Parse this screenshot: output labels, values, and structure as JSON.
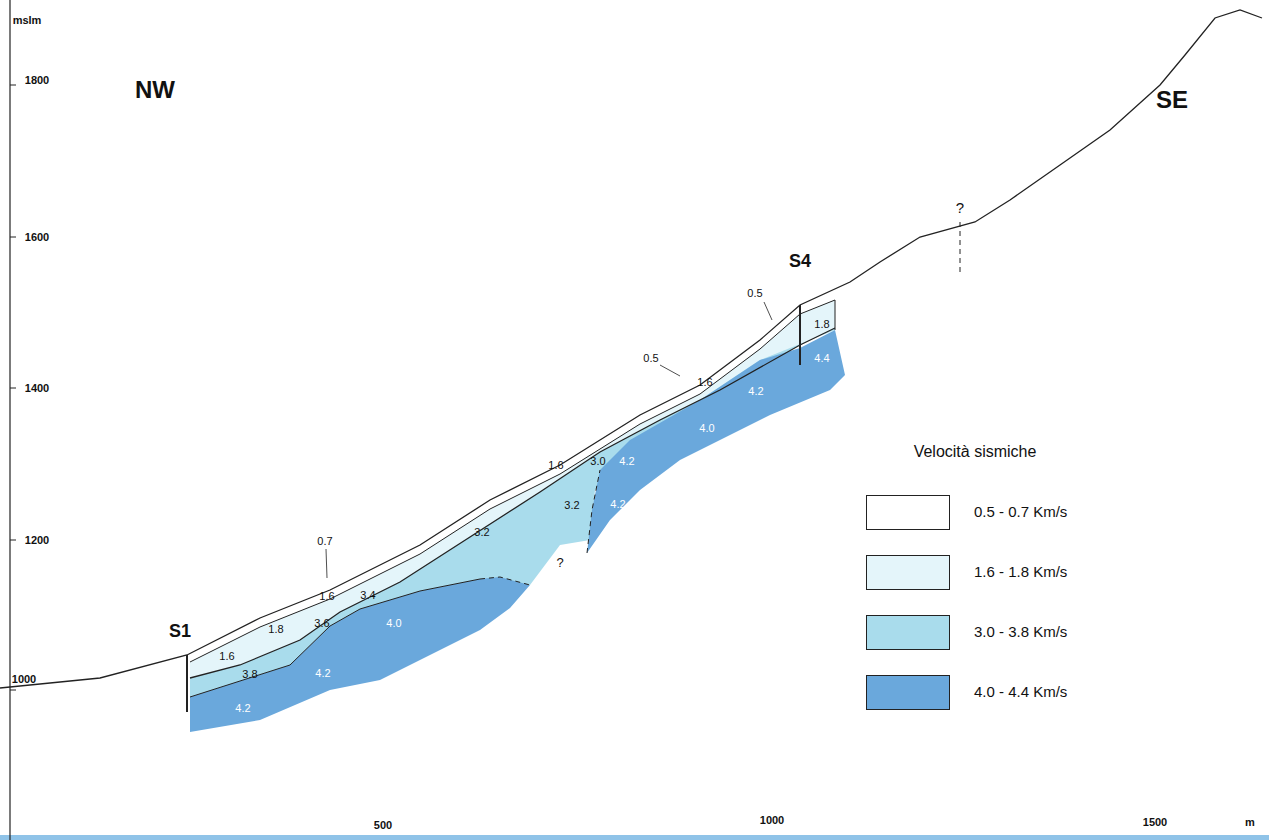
{
  "diagram": {
    "labels": [
      "mslm",
      "1800",
      "1600",
      "1400",
      "1200",
      "1000",
      "500",
      "1000",
      "1500",
      "m",
      "NW",
      "SE",
      "S1",
      "S4",
      "?",
      "?",
      "Velocità sismiche",
      "0.5",
      "0.5",
      "0.7",
      "1.8",
      "1.6",
      "1.6",
      "1.6",
      "1.8",
      "1.6",
      "3.8",
      "3.6",
      "3.4",
      "3.2",
      "3.2",
      "3.0",
      "4.2",
      "4.4",
      "4.0",
      "4.2",
      "4.2",
      "4.0",
      "4.2",
      "4.2"
    ],
    "legend": [
      {
        "text": "0.5 - 0.7 Km/s",
        "color": "#ffffff"
      },
      {
        "text": "1.6 - 1.8 Km/s",
        "color": "#e4f5fa"
      },
      {
        "text": "3.0 - 3.8 Km/s",
        "color": "#a9dcec"
      },
      {
        "text": "4.0 - 4.4 Km/s",
        "color": "#6aa8dc"
      }
    ]
  }
}
